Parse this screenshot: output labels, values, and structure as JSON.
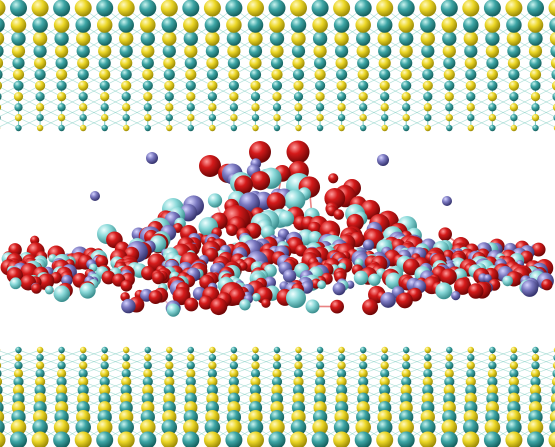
{
  "image": {
    "subject": "molecular-model-render",
    "background_color": "#ffffff"
  },
  "colors": {
    "lattice_yellow": "#e8d21f",
    "lattice_teal": "#3ea6a6",
    "lattice_bond": "#5bbfb0",
    "cluster_red": "#d01818",
    "cluster_cyan": "#7fd6d6",
    "cluster_purple": "#7a78c0",
    "bond_red": "#e05050",
    "bond_pink": "#e8a0b0"
  },
  "structure": {
    "top_lattice": "crystal-slab-top",
    "middle_layer": "amorphous-atom-cluster",
    "bottom_lattice": "crystal-slab-bottom"
  }
}
